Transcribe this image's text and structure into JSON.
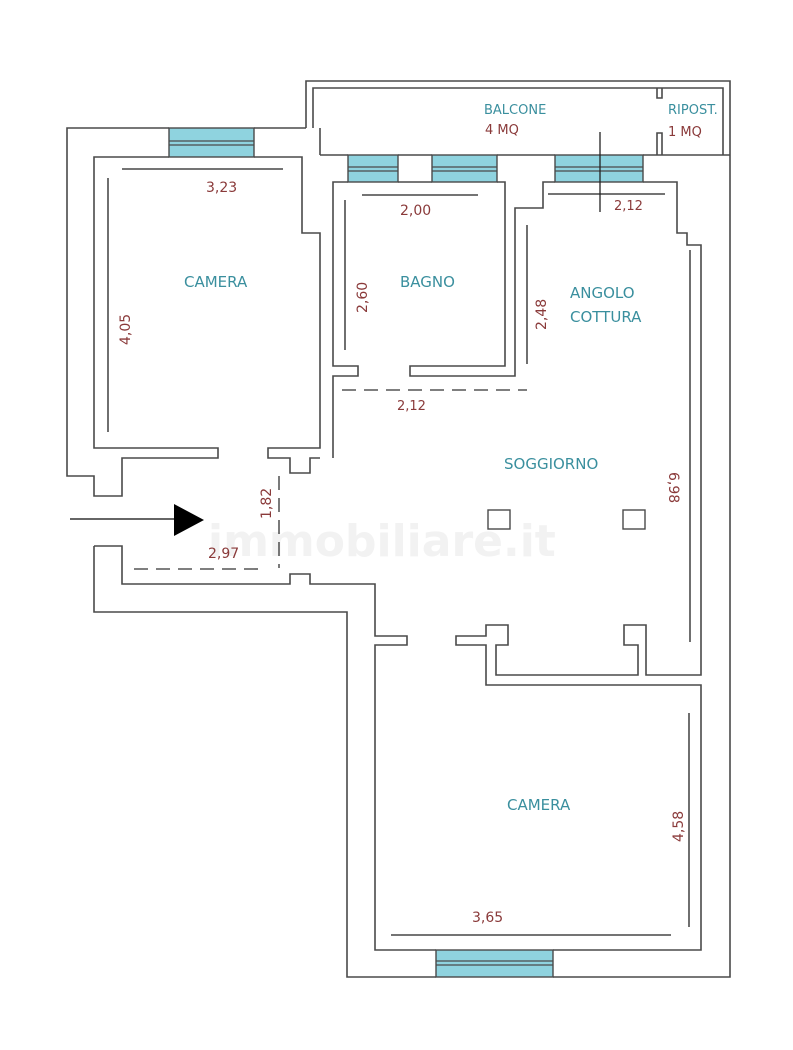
{
  "floor_plan": {
    "rooms": [
      {
        "id": "camera-1",
        "label": "CAMERA"
      },
      {
        "id": "bagno",
        "label": "BAGNO"
      },
      {
        "id": "angolo-cottura",
        "label_line1": "ANGOLO",
        "label_line2": "COTTURA"
      },
      {
        "id": "soggiorno",
        "label": "SOGGIORNO"
      },
      {
        "id": "camera-2",
        "label": "CAMERA"
      },
      {
        "id": "balcone",
        "label": "BALCONE",
        "area": "4 MQ"
      },
      {
        "id": "ripostiglio",
        "label": "RIPOST.",
        "area": "1 MQ"
      }
    ],
    "dimensions": {
      "camera1_width": "3,23",
      "camera1_height": "4,05",
      "bagno_width": "2,00",
      "bagno_height": "2,60",
      "cucina_width": "2,12",
      "cucina_height": "2,48",
      "corridor_width": "2,12",
      "soggiorno_height": "6,98",
      "entrance_height": "1,82",
      "entrance_width": "2,97",
      "camera2_width": "3,65",
      "camera2_height": "4,58"
    },
    "watermark": "immobiliare.it",
    "colors": {
      "wall": "#4a4a4a",
      "window": "#8fd3df",
      "room_label": "#3a8f9e",
      "dimension_label": "#8a3a3a"
    }
  }
}
